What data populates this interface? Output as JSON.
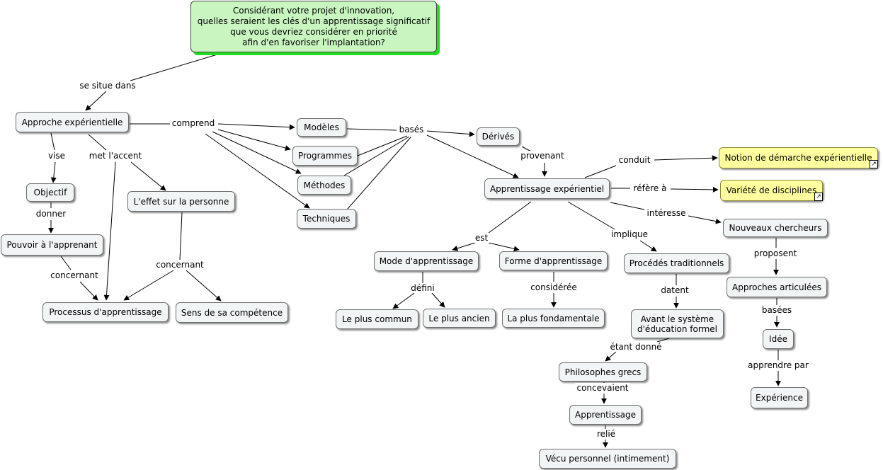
{
  "nodes": {
    "root": "Considérant votre projet d'innovation,\nquelles seraient les clés d'un apprentissage significatif\nque vous devriez considérer en priorité\nafin d'en favoriser l'implantation?",
    "approche": "Approche expérientielle",
    "objectif": "Objectif",
    "pouvoir": "Pouvoir à l'apprenant",
    "processus": "Processus d'apprentissage",
    "effet": "L'effet sur la personne",
    "sens": "Sens de sa compétence",
    "modeles": "Modèles",
    "programmes": "Programmes",
    "methodes": "Méthodes",
    "techniques": "Techniques",
    "derives": "Dérivés",
    "appexp": "Apprentissage expérientiel",
    "notion": "Notion de démarche expérientielle",
    "variete": "Variété de disciplines",
    "nouveaux": "Nouveaux chercheurs",
    "mode": "Mode d'apprentissage",
    "forme": "Forme d'apprentissage",
    "commun": "Le plus commun",
    "ancien": "Le plus ancien",
    "fondamentale": "La plus fondamentale",
    "procedes": "Procédés traditionnels",
    "avant": "Avant le système\nd'éducation formel",
    "approches": "Approches articulées",
    "idee": "Idée",
    "experience": "Expérience",
    "philosophes": "Philosophes grecs",
    "apprentissage": "Apprentissage",
    "vecu": "Vécu personnel (intimement)"
  },
  "links": {
    "se_situe": "se situe dans",
    "comprend": "comprend",
    "vise": "vise",
    "met_accent": "met l'accent",
    "donner": "donner",
    "concernant1": "concernant",
    "concernant2": "concernant",
    "bases1": "basés",
    "provenant": "provenant",
    "conduit": "conduit",
    "refere": "réfère à",
    "interesse": "intéresse",
    "est": "est",
    "implique": "implique",
    "defini": "défini",
    "consideree": "considérée",
    "datent": "datent",
    "proposent": "proposent",
    "bases2": "basées",
    "apprendre": "apprendre par",
    "etant": "étant donné",
    "concevaient": "concevaient",
    "relie": "relié"
  },
  "icons": {
    "link_icon": "↗"
  }
}
